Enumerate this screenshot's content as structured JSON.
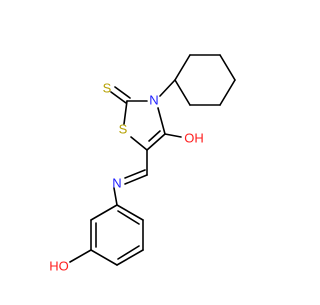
{
  "molecule": {
    "atom_labels": {
      "thione_sulfur": "S",
      "ring_sulfur": "S",
      "ring_nitrogen": "N",
      "enol_oxygen": "OH",
      "imine_nitrogen": "N",
      "phenol_oxygen": "HO"
    },
    "colors": {
      "bond": "#000000",
      "sulfur": "#b5a000",
      "nitrogen": "#1e1eff",
      "oxygen": "#ff1e1e",
      "background": "#ffffff"
    }
  }
}
